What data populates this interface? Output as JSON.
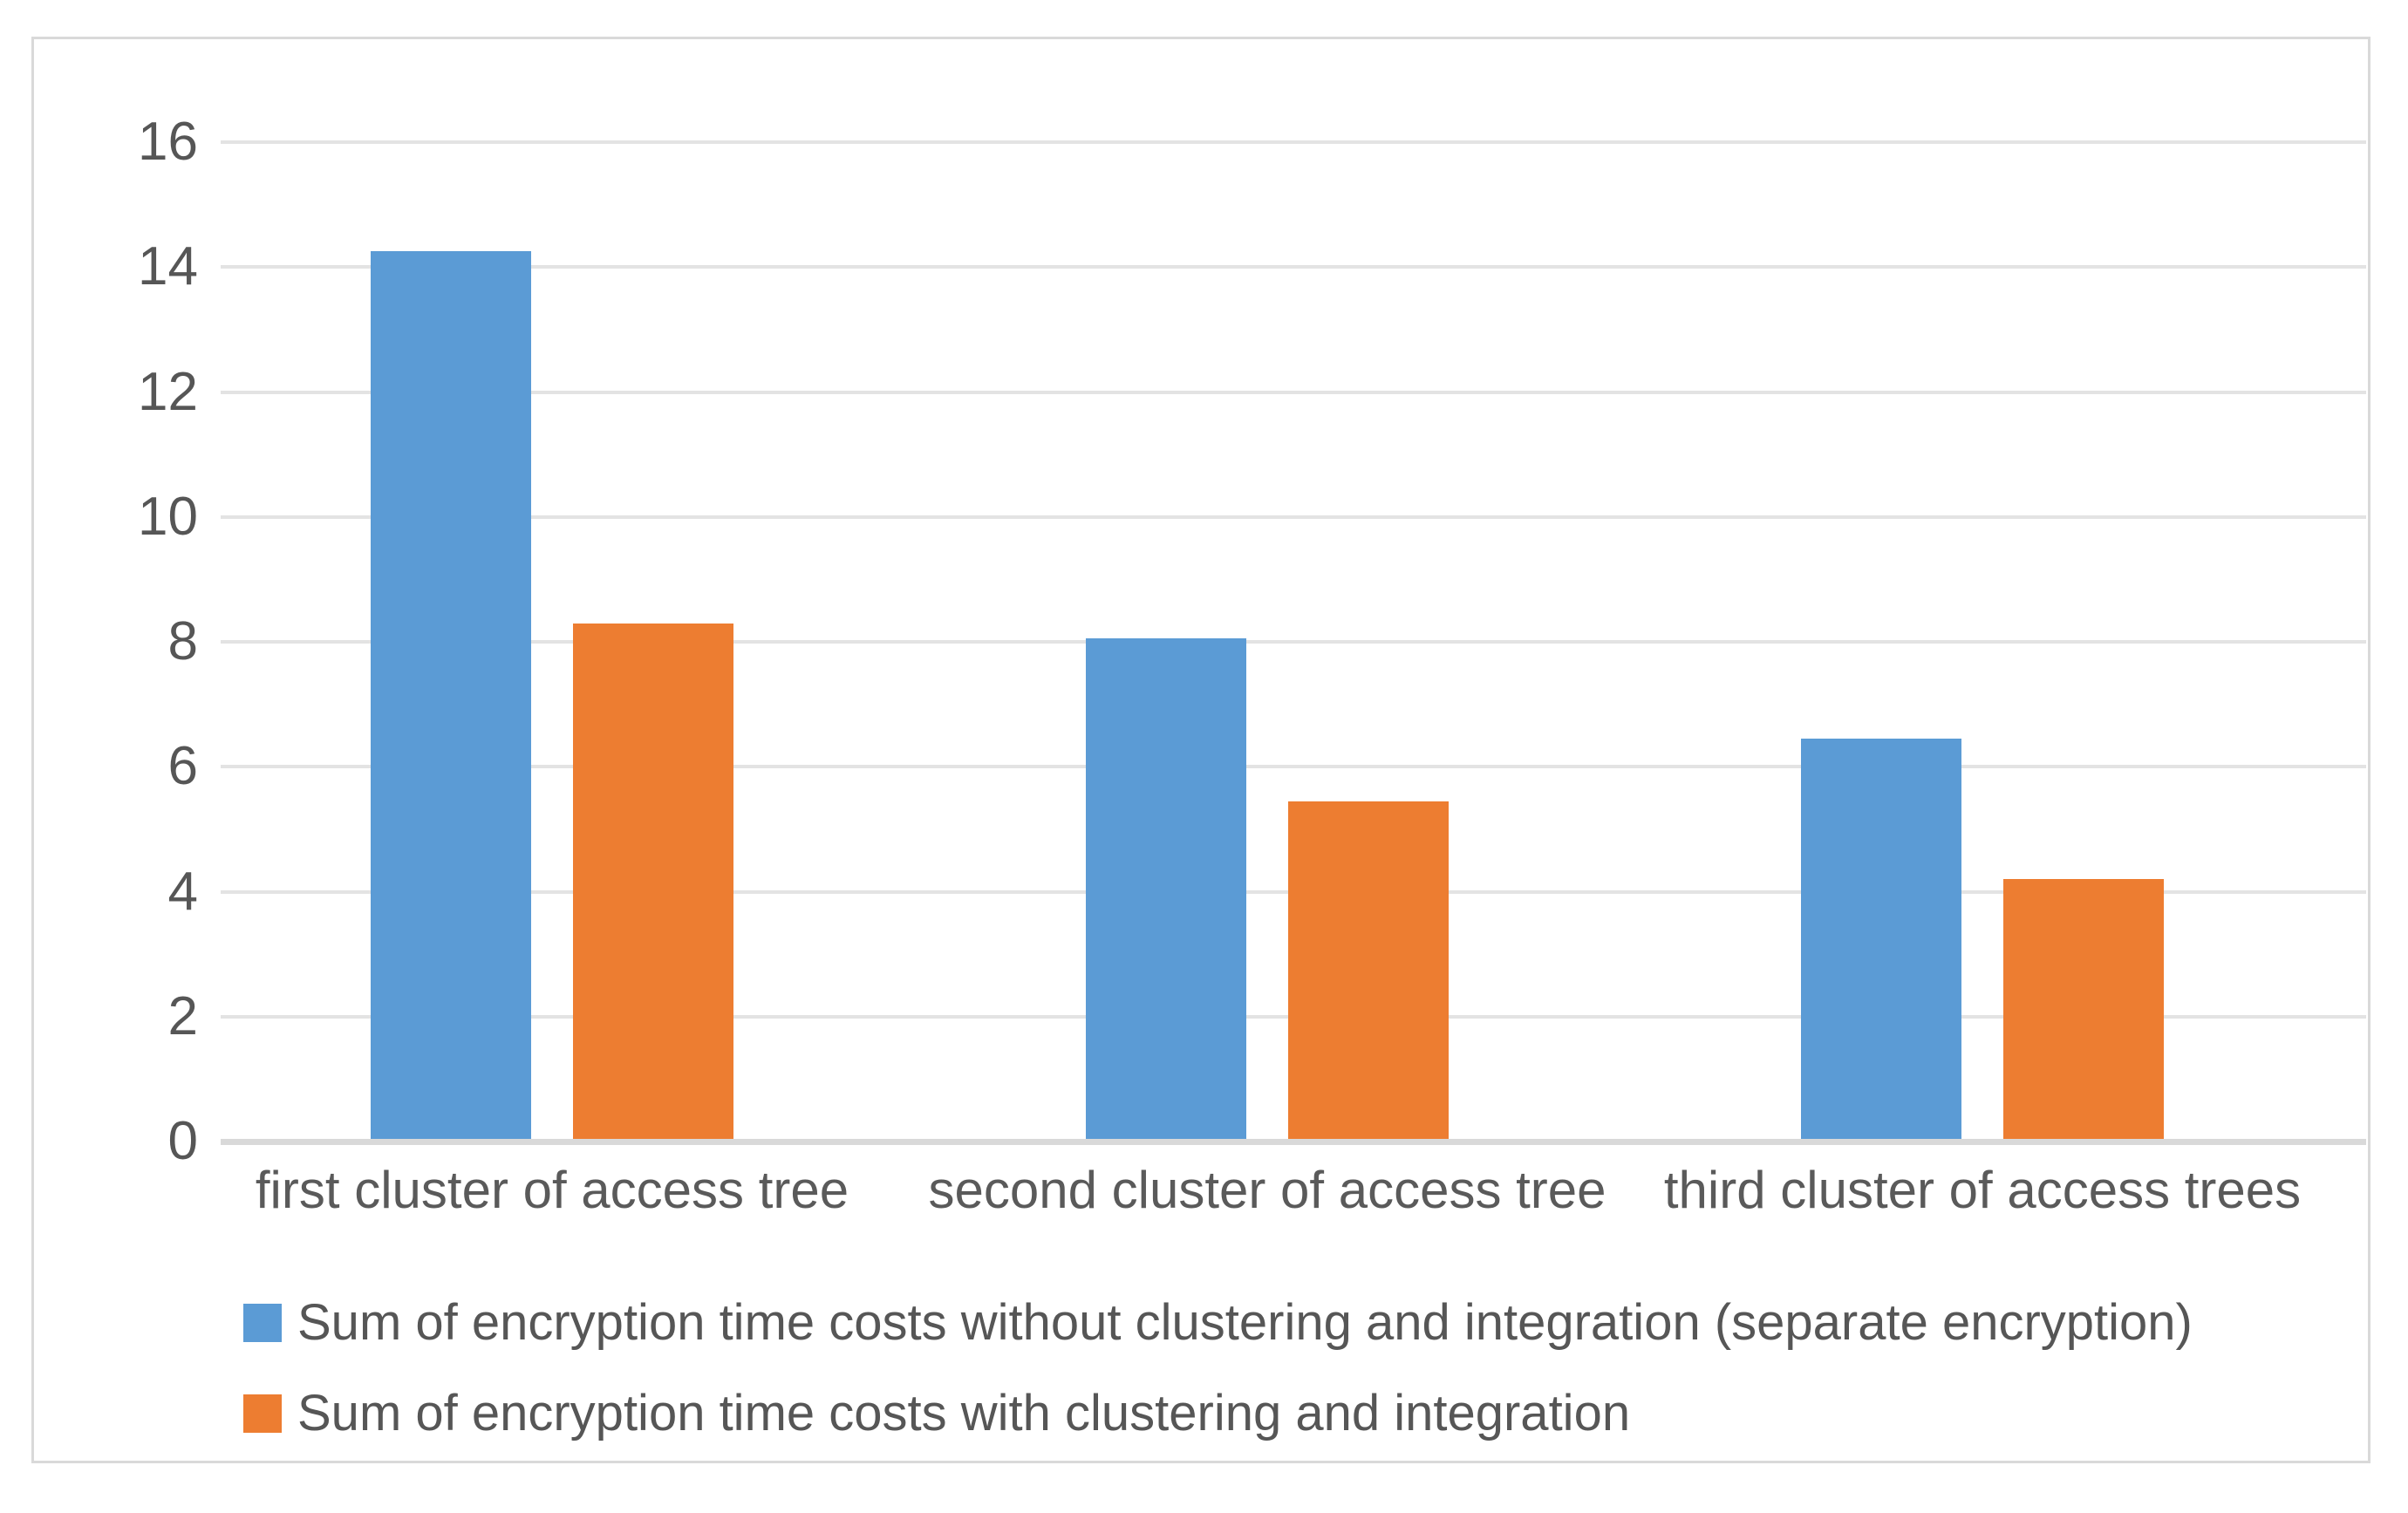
{
  "chart_data": {
    "type": "bar",
    "title": "",
    "subtitle": "",
    "xlabel": "",
    "ylabel": "",
    "categories": [
      "first cluster of access tree",
      "second cluster of access tree",
      "third cluster of access trees"
    ],
    "series": [
      {
        "name": "Sum of encryption time costs without clustering and integration (separate encryption)",
        "color": "#5b9bd5",
        "values": [
          14.25,
          8.05,
          6.45
        ]
      },
      {
        "name": "Sum of encryption time costs with clustering and integration",
        "color": "#ed7d31",
        "values": [
          8.3,
          5.45,
          4.2
        ]
      }
    ],
    "ylim": [
      0,
      16
    ],
    "yticks": [
      16,
      14,
      12,
      10,
      8,
      6,
      4,
      2,
      0
    ],
    "ytick_labels": [
      "16",
      "14",
      "12",
      "10",
      "8",
      "6",
      "4",
      "2",
      "0"
    ],
    "grid": true,
    "legend_position": "bottom-left",
    "legend": [
      "Sum of encryption time costs without clustering and integration (separate encryption)",
      "Sum of encryption time costs with clustering and integration"
    ]
  },
  "style": {
    "gridline_color": "#e3e3e3",
    "axis_color": "#d9d9d9",
    "text_color": "#565656",
    "border_color": "#d9d9d9",
    "background": "#ffffff"
  }
}
